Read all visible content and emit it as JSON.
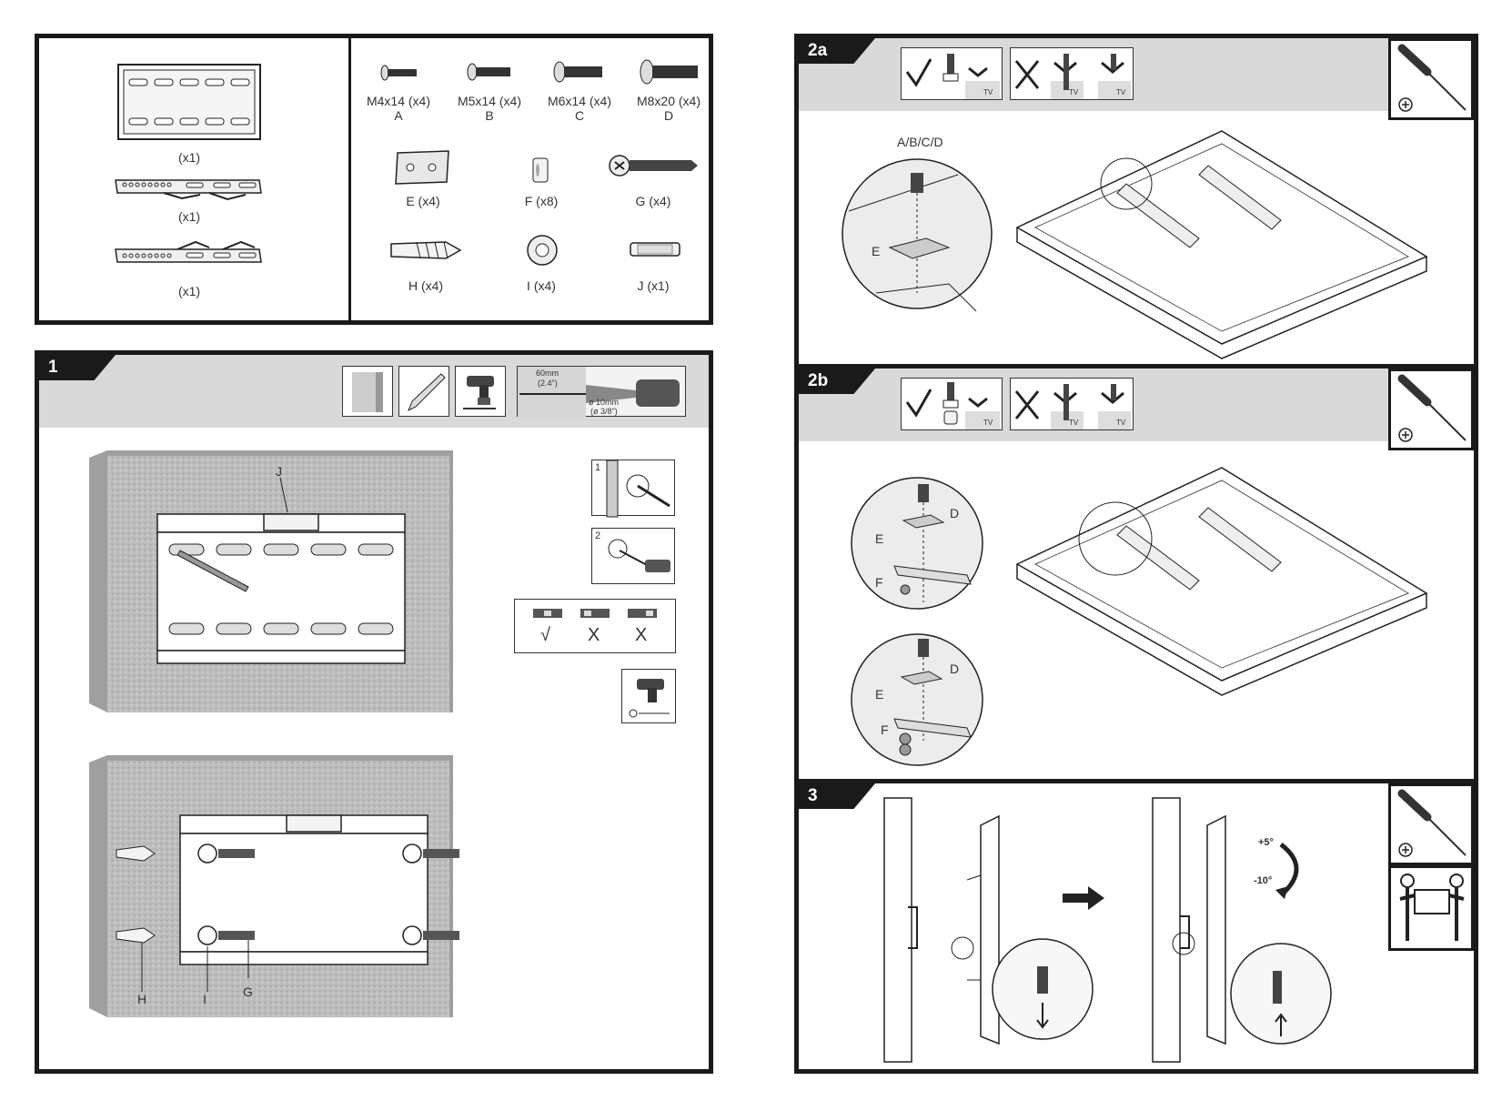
{
  "parts": {
    "screws": [
      {
        "size": "M4x14 (x4)",
        "letter": "A"
      },
      {
        "size": "M5x14 (x4)",
        "letter": "B"
      },
      {
        "size": "M6x14 (x4)",
        "letter": "C"
      },
      {
        "size": "M8x20 (x4)",
        "letter": "D"
      }
    ],
    "row2": [
      "E (x4)",
      "F (x8)",
      "G (x4)"
    ],
    "row3": [
      "H (x4)",
      "I (x4)",
      "J (x1)"
    ],
    "brackets": [
      "(x1)",
      "(x1)",
      "(x1)"
    ]
  },
  "step1": {
    "number": "1",
    "label_j": "J",
    "label_h": "H",
    "label_i": "I",
    "label_g": "G",
    "drill_depth_mm": "60mm",
    "drill_depth_in": "(2.4\")",
    "drill_dia_mm": "ø 10mm",
    "drill_dia_in": "(ø 3/8\")",
    "sub1": "1",
    "sub2": "2",
    "level_marks": [
      "√",
      "X",
      "X"
    ]
  },
  "step2a": {
    "number": "2a",
    "label_abcd": "A/B/C/D",
    "label_e": "E",
    "tv": "TV"
  },
  "step2b": {
    "number": "2b",
    "label_d": "D",
    "label_e": "E",
    "label_f": "F",
    "tv": "TV"
  },
  "step3": {
    "number": "3",
    "tilt_up": "+5°",
    "tilt_down": "-10°"
  }
}
